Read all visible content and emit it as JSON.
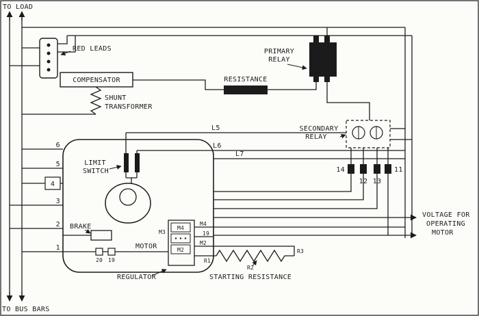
{
  "colors": {
    "ink": "#1b1b1b",
    "paper": "#fcfcf9"
  },
  "header": {
    "to_load": "TO LOAD"
  },
  "footer": {
    "to_bus_bars": "TO BUS BARS"
  },
  "components": {
    "red_leads": "RED LEADS",
    "compensator": "COMPENSATOR",
    "shunt_transformer": {
      "line1": "SHUNT",
      "line2": "TRANSFORMER"
    },
    "resistance": "RESISTANCE",
    "primary_relay": {
      "line1": "PRIMARY",
      "line2": "RELAY"
    },
    "secondary_relay": {
      "line1": "SECONDARY",
      "line2": "RELAY"
    },
    "limit_switch": {
      "line1": "LIMIT",
      "line2": "SWITCH"
    },
    "brake": "BRAKE",
    "motor": "MOTOR",
    "regulator": "REGULATOR",
    "starting_resistance": "STARTING RESISTANCE",
    "voltage_note": {
      "line1": "VOLTAGE FOR",
      "line2": "OPERATING",
      "line3": "MOTOR"
    }
  },
  "wire_labels": {
    "l5": "L5",
    "l6": "L6",
    "l7": "L7"
  },
  "left_terminals": [
    "6",
    "5",
    "4",
    "3",
    "2",
    "1"
  ],
  "contact_terminals": [
    "14",
    "12",
    "13",
    "11"
  ],
  "motor_taps": {
    "m4_box": "M4",
    "m2_box": "M2",
    "m3": "M3",
    "m4": "M4",
    "n19": "19",
    "m2": "M2",
    "r1": "R1"
  },
  "regulator_contacts": {
    "n20": "20",
    "n19": "19"
  },
  "resistor_taps": {
    "r2": "R2",
    "r3": "R3"
  }
}
